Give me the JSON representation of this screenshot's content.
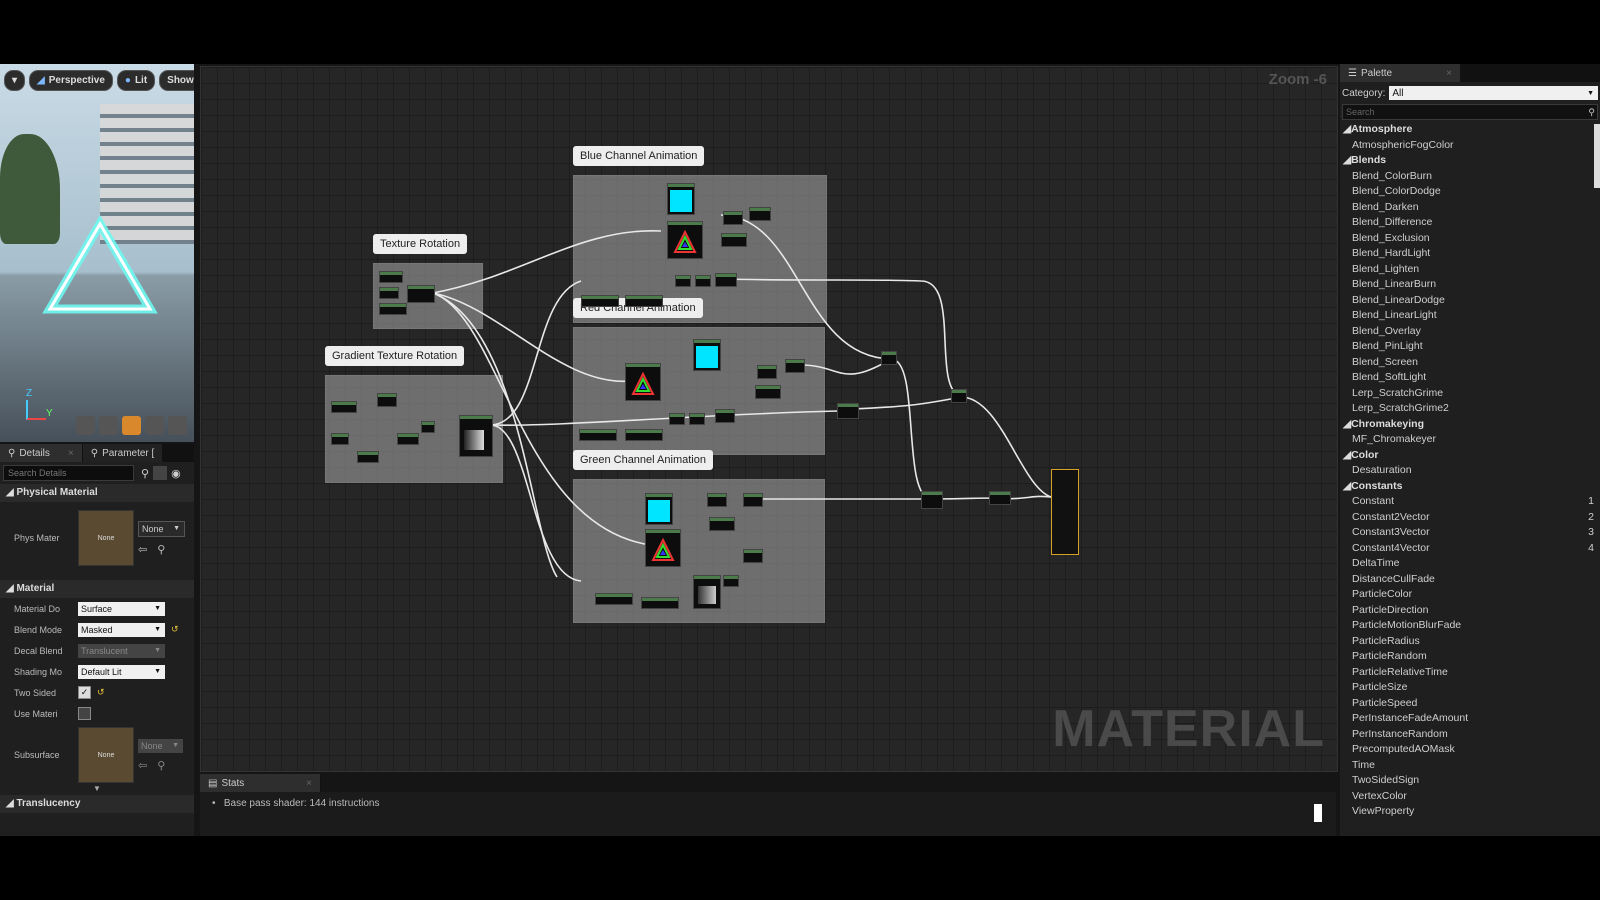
{
  "viewport": {
    "menu_label": "▾",
    "perspective_label": "Perspective",
    "lit_label": "Lit",
    "show_label": "Show",
    "axis_z": "Z",
    "axis_y": "Y"
  },
  "details": {
    "tab_details": "Details",
    "tab_params": "Parameter [",
    "search_placeholder": "Search Details",
    "section_physical": "Physical Material",
    "phys_label": "Phys Mater",
    "phys_thumb": "None",
    "phys_combo": "None",
    "section_material": "Material",
    "material_domain_label": "Material Do",
    "material_domain_value": "Surface",
    "blend_mode_label": "Blend Mode",
    "blend_mode_value": "Masked",
    "decal_blend_label": "Decal Blend",
    "decal_blend_value": "Translucent",
    "shading_label": "Shading Mo",
    "shading_value": "Default Lit",
    "two_sided_label": "Two Sided",
    "use_material_label": "Use Materi",
    "subsurface_label": "Subsurface",
    "subsurface_thumb": "None",
    "subsurface_combo": "None",
    "section_translucency": "Translucency"
  },
  "graph": {
    "zoom_label": "Zoom -6",
    "watermark": "MATERIAL",
    "comments": {
      "blue": "Blue Channel Animation",
      "texture": "Texture Rotation",
      "gradient": "Gradient Texture Rotation",
      "red": "Red Channel Animation",
      "green": "Green Channel Animation"
    }
  },
  "stats": {
    "tab_label": "Stats",
    "line": "Base pass shader: 144 instructions"
  },
  "palette": {
    "tab_label": "Palette",
    "category_label": "Category:",
    "category_value": "All",
    "search_placeholder": "Search",
    "categories": [
      {
        "name": "Atmosphere",
        "items": [
          {
            "label": "AtmosphericFogColor",
            "hotkey": ""
          }
        ]
      },
      {
        "name": "Blends",
        "items": [
          {
            "label": "Blend_ColorBurn",
            "hotkey": ""
          },
          {
            "label": "Blend_ColorDodge",
            "hotkey": ""
          },
          {
            "label": "Blend_Darken",
            "hotkey": ""
          },
          {
            "label": "Blend_Difference",
            "hotkey": ""
          },
          {
            "label": "Blend_Exclusion",
            "hotkey": ""
          },
          {
            "label": "Blend_HardLight",
            "hotkey": ""
          },
          {
            "label": "Blend_Lighten",
            "hotkey": ""
          },
          {
            "label": "Blend_LinearBurn",
            "hotkey": ""
          },
          {
            "label": "Blend_LinearDodge",
            "hotkey": ""
          },
          {
            "label": "Blend_LinearLight",
            "hotkey": ""
          },
          {
            "label": "Blend_Overlay",
            "hotkey": ""
          },
          {
            "label": "Blend_PinLight",
            "hotkey": ""
          },
          {
            "label": "Blend_Screen",
            "hotkey": ""
          },
          {
            "label": "Blend_SoftLight",
            "hotkey": ""
          },
          {
            "label": "Lerp_ScratchGrime",
            "hotkey": ""
          },
          {
            "label": "Lerp_ScratchGrime2",
            "hotkey": ""
          }
        ]
      },
      {
        "name": "Chromakeying",
        "items": [
          {
            "label": "MF_Chromakeyer",
            "hotkey": ""
          }
        ]
      },
      {
        "name": "Color",
        "items": [
          {
            "label": "Desaturation",
            "hotkey": ""
          }
        ]
      },
      {
        "name": "Constants",
        "items": [
          {
            "label": "Constant",
            "hotkey": "1"
          },
          {
            "label": "Constant2Vector",
            "hotkey": "2"
          },
          {
            "label": "Constant3Vector",
            "hotkey": "3"
          },
          {
            "label": "Constant4Vector",
            "hotkey": "4"
          },
          {
            "label": "DeltaTime",
            "hotkey": ""
          },
          {
            "label": "DistanceCullFade",
            "hotkey": ""
          },
          {
            "label": "ParticleColor",
            "hotkey": ""
          },
          {
            "label": "ParticleDirection",
            "hotkey": ""
          },
          {
            "label": "ParticleMotionBlurFade",
            "hotkey": ""
          },
          {
            "label": "ParticleRadius",
            "hotkey": ""
          },
          {
            "label": "ParticleRandom",
            "hotkey": ""
          },
          {
            "label": "ParticleRelativeTime",
            "hotkey": ""
          },
          {
            "label": "ParticleSize",
            "hotkey": ""
          },
          {
            "label": "ParticleSpeed",
            "hotkey": ""
          },
          {
            "label": "PerInstanceFadeAmount",
            "hotkey": ""
          },
          {
            "label": "PerInstanceRandom",
            "hotkey": ""
          },
          {
            "label": "PrecomputedAOMask",
            "hotkey": ""
          },
          {
            "label": "Time",
            "hotkey": ""
          },
          {
            "label": "TwoSidedSign",
            "hotkey": ""
          },
          {
            "label": "VertexColor",
            "hotkey": ""
          },
          {
            "label": "ViewProperty",
            "hotkey": ""
          }
        ]
      }
    ]
  }
}
